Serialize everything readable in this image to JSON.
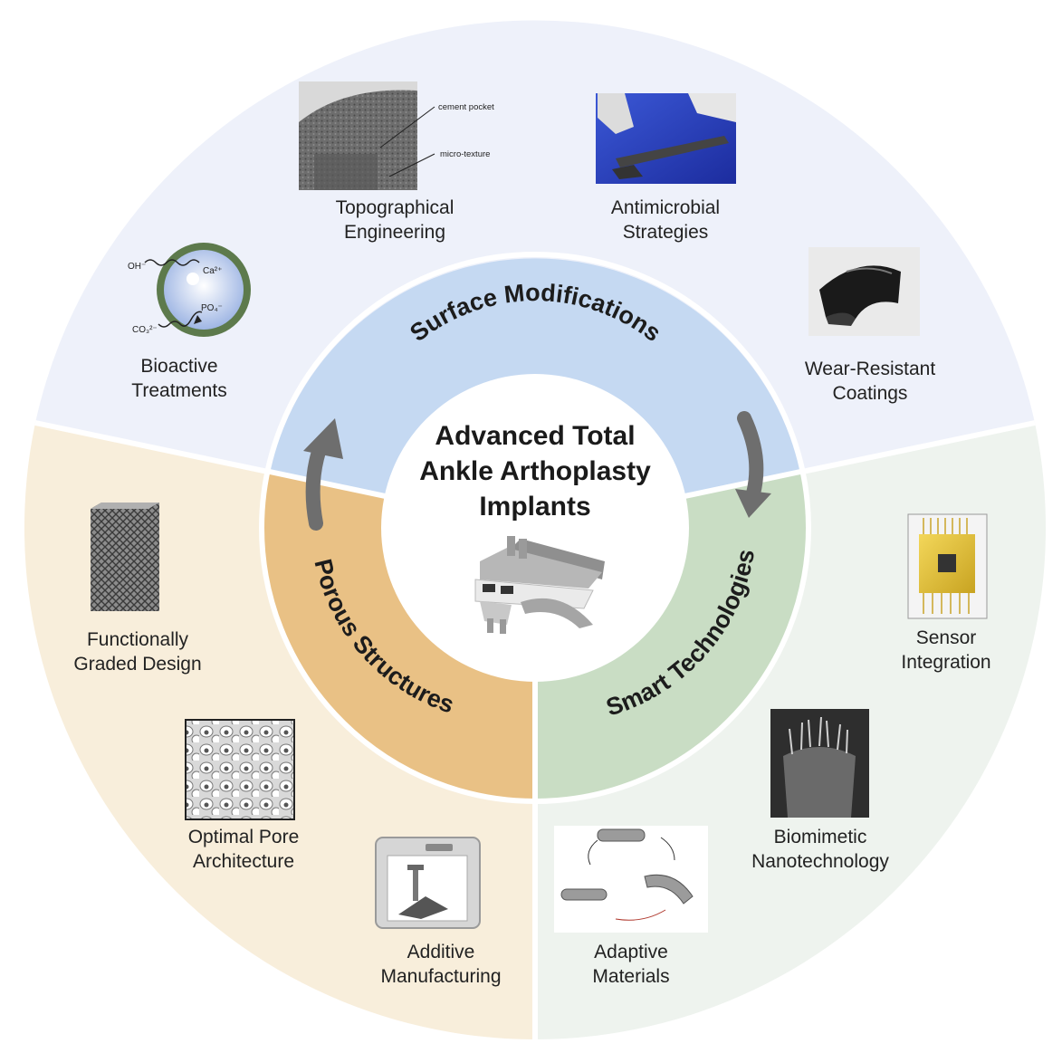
{
  "center": {
    "title_lines": [
      "Advanced Total",
      "Ankle Arthoplasty",
      "Implants"
    ]
  },
  "categories": {
    "surface": {
      "label": "Surface Modifications",
      "inner_color": "#c5d9f2",
      "outer_color": "#eef1fa"
    },
    "smart": {
      "label": "Smart Technologies",
      "inner_color": "#c9ddc4",
      "outer_color": "#eef3ee"
    },
    "porous": {
      "label": "Porous Structures",
      "inner_color": "#e9c185",
      "outer_color": "#f8eedb"
    }
  },
  "items": {
    "topographical": {
      "lines": [
        "Topographical",
        "Engineering"
      ],
      "annotations": [
        "cement pocket",
        "micro-texture"
      ]
    },
    "antimicrobial": {
      "lines": [
        "Antimicrobial",
        "Strategies"
      ]
    },
    "wear": {
      "lines": [
        "Wear-Resistant",
        "Coatings"
      ]
    },
    "bioactive": {
      "lines": [
        "Bioactive",
        "Treatments"
      ],
      "ions": [
        "OH⁻",
        "Ca²⁺",
        "PO₄⁻",
        "CO₃²⁻"
      ]
    },
    "functionally": {
      "lines": [
        "Functionally",
        "Graded Design"
      ]
    },
    "pore": {
      "lines": [
        "Optimal Pore",
        "Architecture"
      ]
    },
    "additive": {
      "lines": [
        "Additive",
        "Manufacturing"
      ]
    },
    "adaptive": {
      "lines": [
        "Adaptive",
        "Materials"
      ]
    },
    "biomimetic": {
      "lines": [
        "Biomimetic",
        "Nanotechnology"
      ]
    },
    "sensor": {
      "lines": [
        "Sensor",
        "Integration"
      ]
    }
  }
}
